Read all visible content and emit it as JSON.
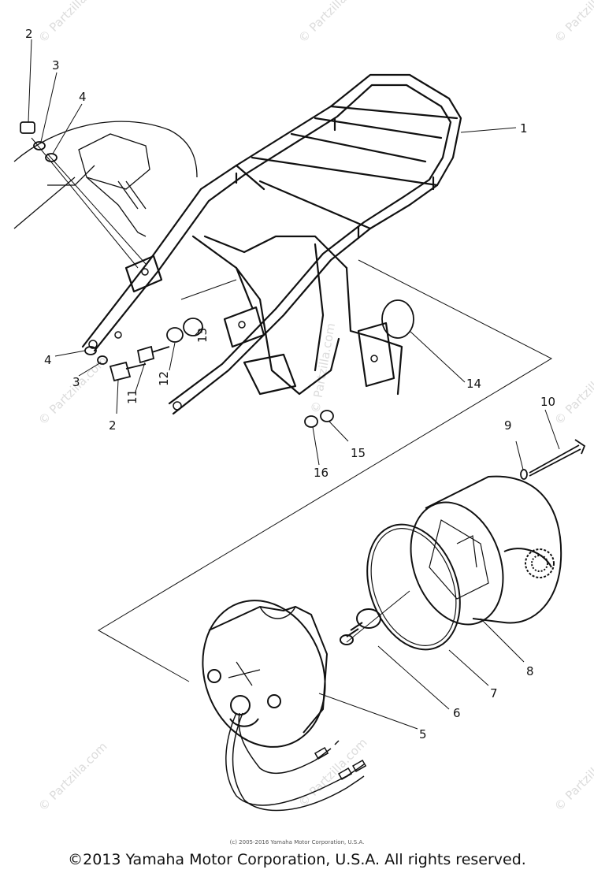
{
  "watermark": "© Partzilla.com",
  "callouts": {
    "c1": "1",
    "c2a": "2",
    "c2b": "2",
    "c3a": "3",
    "c3b": "3",
    "c4a": "4",
    "c4b": "4",
    "c5": "5",
    "c6": "6",
    "c7": "7",
    "c8": "8",
    "c9": "9",
    "c10": "10",
    "c11": "11",
    "c12": "12",
    "c13": "13",
    "c14": "14",
    "c15": "15",
    "c16": "16"
  },
  "footer": {
    "small": "(c) 2005-2016 Yamaha Motor Corporation, U.S.A.",
    "main": "©2013 Yamaha Motor Corporation, U.S.A. All rights reserved."
  },
  "colors": {
    "line": "#111111",
    "watermark": "#dcdcdc",
    "background": "#ffffff"
  }
}
